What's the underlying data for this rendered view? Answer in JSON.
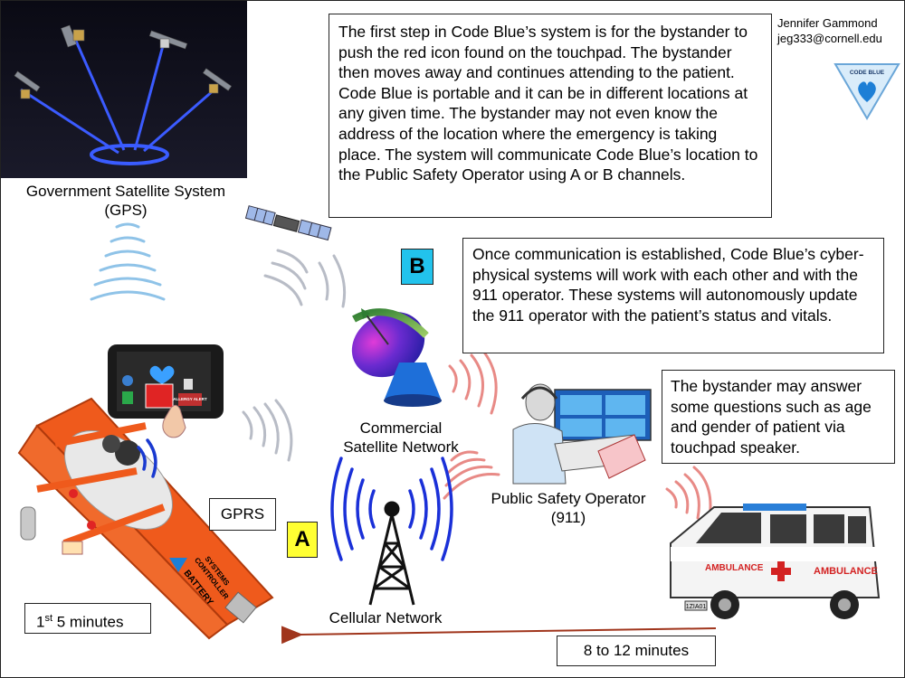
{
  "author": {
    "name": "Jennifer Gammond",
    "email": "jeg333@cornell.edu"
  },
  "logo_text": "CODE BLUE",
  "intro_text": "The first step in Code Blue’s system is for the bystander to push the red icon found on the touchpad. The bystander then moves away and continues attending to the patient. Code Blue is portable and it can be in different locations at any given time. The bystander may not even know the address of the location where the emergency is taking place. The system will communicate Code Blue’s location to the Public Safety Operator using A or B channels.",
  "cps_text": "Once communication is established, Code Blue’s cyber-physical systems will work with each other and with the 911 operator. These systems will autonomously update the 911 operator with the patient’s status and vitals.",
  "bystander_text": "The bystander may answer some questions such as age and gender of patient via touchpad speaker.",
  "gps_label": [
    "Government Satellite System",
    "(GPS)"
  ],
  "commercial_label": [
    "Commercial",
    "Satellite Network"
  ],
  "operator_label": [
    "Public Safety Operator",
    "(911)"
  ],
  "cellular_label": "Cellular Network",
  "gprs_label": "GPRS",
  "channel_a": "A",
  "channel_b": "B",
  "first_minutes": {
    "sup": "st",
    "num": "1",
    "rest": " 5 minutes"
  },
  "arrival_time": "8 to 12 minutes",
  "tablet_alert": "ALLERGY ALERT",
  "ambulance_text": "AMBULANCE",
  "ambulance_plate": "1ZIA01",
  "stretcher_labels": [
    "SYSTEMS",
    "CONTROLLER",
    "BATTERY"
  ],
  "colors": {
    "badge_yellow": "#ffff33",
    "badge_cyan": "#22c3ec",
    "stretcher_orange": "#ef5a1c",
    "logo_blue": "#1d7fd6"
  }
}
